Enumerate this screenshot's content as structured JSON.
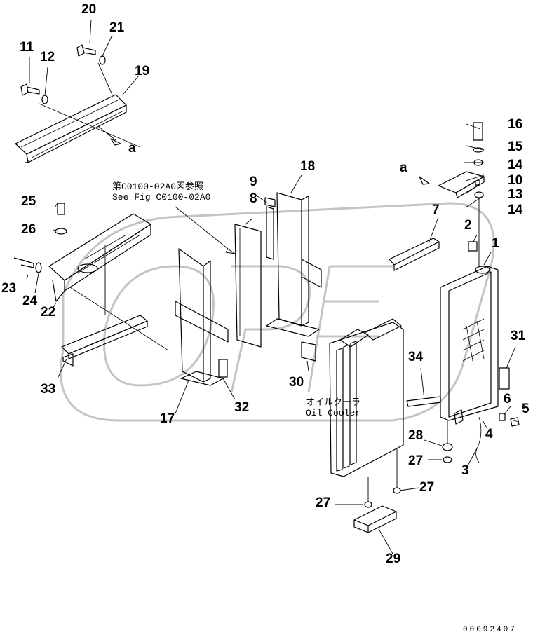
{
  "diagram": {
    "part_numbers": {
      "n1": "1",
      "n2": "2",
      "n3": "3",
      "n4": "4",
      "n5": "5",
      "n6": "6",
      "n7": "7",
      "n8": "8",
      "n9": "9",
      "n10": "10",
      "n11": "11",
      "n12": "12",
      "n13": "13",
      "n14a": "14",
      "n14b": "14",
      "n15": "15",
      "n16": "16",
      "n17": "17",
      "n18": "18",
      "n19": "19",
      "n20": "20",
      "n21": "21",
      "n22": "22",
      "n23": "23",
      "n24": "24",
      "n25": "25",
      "n26": "26",
      "n27a": "27",
      "n27b": "27",
      "n27c": "27",
      "n28": "28",
      "n29": "29",
      "n30": "30",
      "n31": "31",
      "n32": "32",
      "n33": "33",
      "n34": "34"
    },
    "references": {
      "ref_a_left": "a",
      "ref_a_right": "a"
    },
    "cross_reference": {
      "line1": "第C0100-02A0図参照",
      "line2": "See Fig C0100-02A0"
    },
    "oil_cooler_label": {
      "japanese": "オイルクーラ",
      "english": "Oil Cooler"
    },
    "document_number": "00092407"
  }
}
